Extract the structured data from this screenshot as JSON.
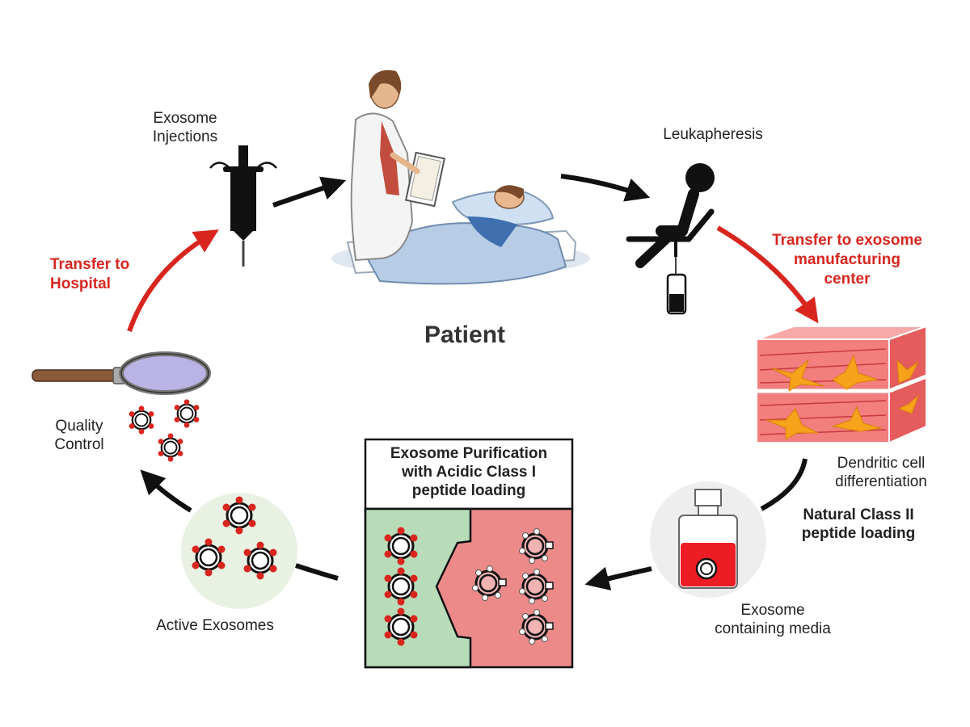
{
  "labels": {
    "exosome_injections": [
      "Exosome",
      "Injections"
    ],
    "patient": "Patient",
    "leukapheresis": "Leukapheresis",
    "transfer_manufacturing": [
      "Transfer to exosome",
      "manufacturing",
      "center"
    ],
    "dendritic": [
      "Dendritic cell",
      "differentiation"
    ],
    "natural_class2": [
      "Natural Class II",
      "peptide loading"
    ],
    "exosome_media": [
      "Exosome",
      "containing media"
    ],
    "purification": [
      "Exosome Purification",
      "with Acidic Class I",
      "peptide loading"
    ],
    "active_exosomes": "Active Exosomes",
    "quality_control": [
      "Quality",
      "Control"
    ],
    "transfer_hospital": [
      "Transfer to",
      "Hospital"
    ]
  },
  "colors": {
    "red_arrow": "#d8261f",
    "black_arrow": "#111111",
    "tissue": "#f27e7e",
    "green_panel": "#b8dcb8",
    "red_panel": "#ec8a8a",
    "exosome_dot": "#d8261f",
    "circle_bg": "#e8f1e2"
  },
  "icons": [
    "syringe-icon",
    "doctor-patient-icon",
    "leukapheresis-chair-icon",
    "tissue-block-icon",
    "media-bottle-icon",
    "magnifier-icon",
    "exosome-icon"
  ]
}
